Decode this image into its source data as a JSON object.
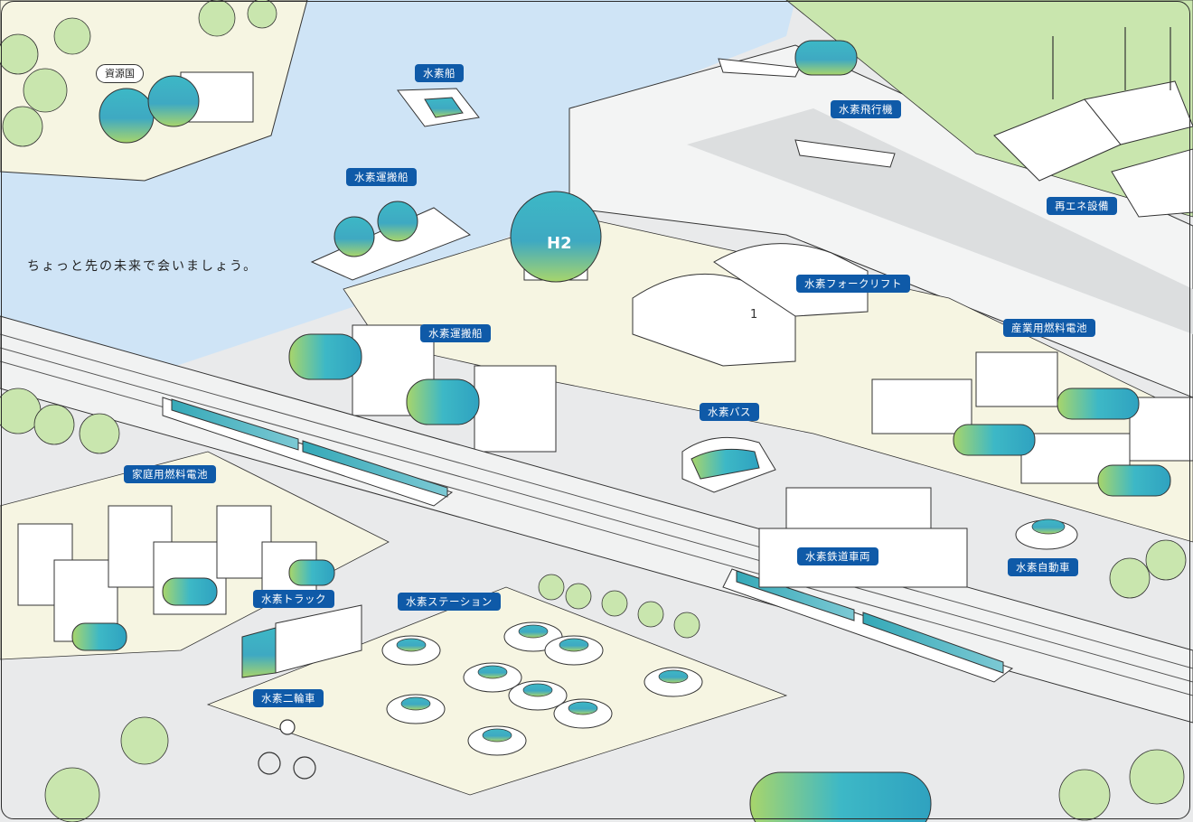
{
  "tagline": "ちょっと先の未来で会いましょう。",
  "labels": {
    "resource_country": "資源国",
    "hydrogen_ship": "水素船",
    "hydrogen_carrier_ship": "水素運搬船",
    "hydrogen_carrier_terminal": "水素運搬船",
    "hydrogen_aircraft": "水素飛行機",
    "renewable_energy": "再エネ設備",
    "hydrogen_forklift": "水素フォークリフト",
    "industrial_fuel_cell": "産業用燃料電池",
    "hydrogen_bus": "水素バス",
    "home_fuel_cell": "家庭用燃料電池",
    "hydrogen_railway": "水素鉄道車両",
    "hydrogen_car": "水素自動車",
    "hydrogen_truck": "水素トラック",
    "hydrogen_station": "水素ステーション",
    "hydrogen_motorcycle": "水素二輪車"
  },
  "tank_symbol": "H2",
  "warehouse_number": "1",
  "colors": {
    "label_bg": "#0f5aa8",
    "water": "#cfe4f6",
    "ground": "#e9eaeb",
    "lot": "#f6f5e2",
    "tree": "#c9e6ae",
    "tank_top": "#3db8c6",
    "tank_bottom": "#9fd36a"
  }
}
